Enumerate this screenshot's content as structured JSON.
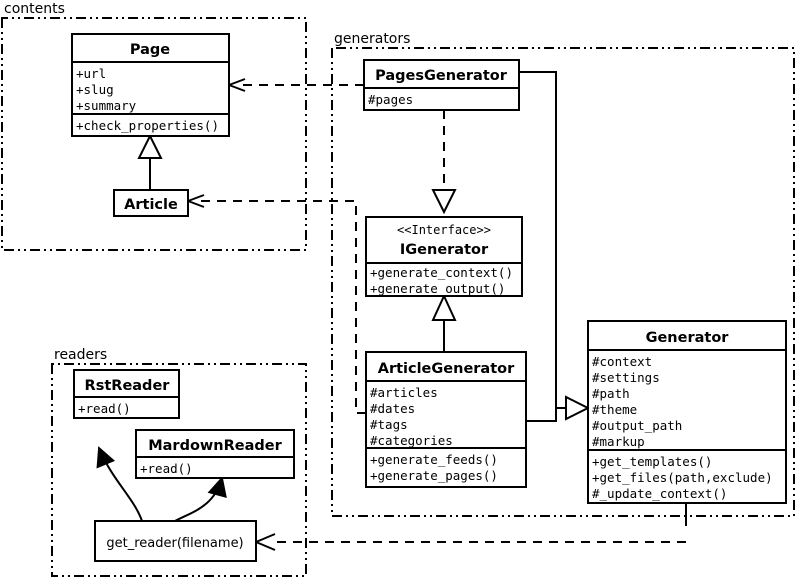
{
  "diagram": {
    "type": "uml-class-diagram",
    "packages": [
      {
        "id": "contents",
        "label": "contents"
      },
      {
        "id": "generators",
        "label": "generators"
      },
      {
        "id": "readers",
        "label": "readers"
      }
    ],
    "classes": [
      {
        "id": "page",
        "name": "Page",
        "stereotype": "",
        "attributes": [
          "+url",
          "+slug",
          "+summary"
        ],
        "methods": [
          "+check_properties()"
        ],
        "package": "contents"
      },
      {
        "id": "article",
        "name": "Article",
        "stereotype": "",
        "attributes": [],
        "methods": [],
        "package": "contents"
      },
      {
        "id": "pagesgenerator",
        "name": "PagesGenerator",
        "stereotype": "",
        "attributes": [
          "#pages"
        ],
        "methods": [],
        "package": "generators"
      },
      {
        "id": "igenerator",
        "name": "IGenerator",
        "stereotype": "<<Interface>>",
        "attributes": [],
        "methods": [
          "+generate_context()",
          "+generate_output()"
        ],
        "package": "generators"
      },
      {
        "id": "articlegenerator",
        "name": "ArticleGenerator",
        "stereotype": "",
        "attributes": [
          "#articles",
          "#dates",
          "#tags",
          "#categories"
        ],
        "methods": [
          "+generate_feeds()",
          "+generate_pages()"
        ],
        "package": "generators"
      },
      {
        "id": "generator",
        "name": "Generator",
        "stereotype": "",
        "attributes": [
          "#context",
          "#settings",
          "#path",
          "#theme",
          "#output_path",
          "#markup"
        ],
        "methods": [
          "+get_templates()",
          "+get_files(path,exclude)",
          "#_update_context()"
        ],
        "package": ""
      },
      {
        "id": "rstreader",
        "name": "RstReader",
        "stereotype": "",
        "attributes": [],
        "methods": [
          "+read()"
        ],
        "package": "readers"
      },
      {
        "id": "mardownreader",
        "name": "MardownReader",
        "stereotype": "",
        "attributes": [],
        "methods": [
          "+read()"
        ],
        "package": "readers"
      }
    ],
    "functions": [
      {
        "id": "get_reader",
        "label": "get_reader(filename)",
        "package": "readers"
      }
    ],
    "relations": [
      {
        "from": "article",
        "to": "page",
        "kind": "generalization"
      },
      {
        "from": "pagesgenerator",
        "to": "page",
        "kind": "dependency"
      },
      {
        "from": "articlegenerator",
        "to": "article",
        "kind": "dependency"
      },
      {
        "from": "pagesgenerator",
        "to": "igenerator",
        "kind": "realization"
      },
      {
        "from": "articlegenerator",
        "to": "igenerator",
        "kind": "generalization"
      },
      {
        "from": "pagesgenerator",
        "to": "generator",
        "kind": "generalization"
      },
      {
        "from": "articlegenerator",
        "to": "generator",
        "kind": "generalization"
      },
      {
        "from": "generator",
        "to": "get_reader",
        "kind": "dependency"
      },
      {
        "from": "get_reader",
        "to": "rstreader",
        "kind": "creates"
      },
      {
        "from": "get_reader",
        "to": "mardownreader",
        "kind": "creates"
      }
    ],
    "colors": {
      "stroke": "#000000",
      "fill": "#ffffff",
      "background": "#ffffff"
    }
  }
}
